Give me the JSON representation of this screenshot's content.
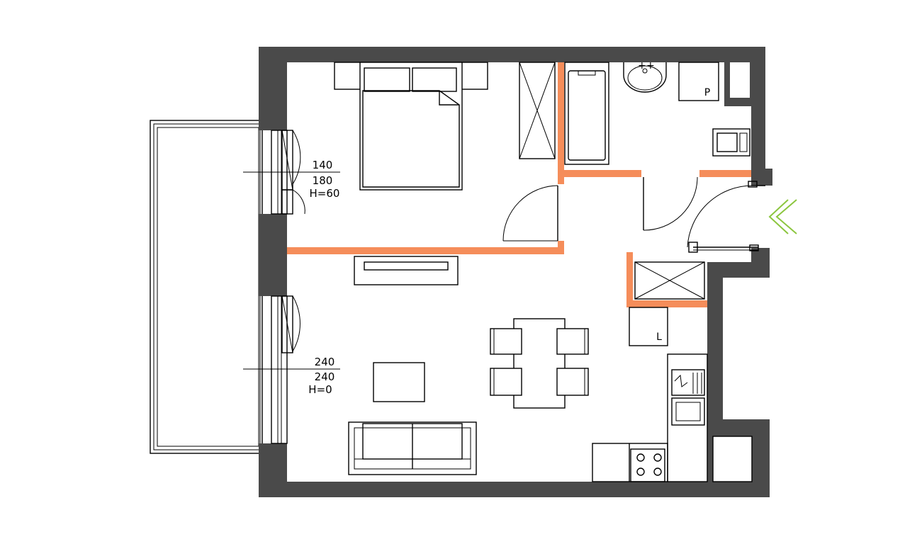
{
  "windows": [
    {
      "width": "140",
      "height": "180",
      "sill": "H=60"
    },
    {
      "width": "240",
      "height": "240",
      "sill": "H=0"
    }
  ],
  "appliance_labels": {
    "boiler": "P",
    "fridge": "L"
  },
  "colors": {
    "wall": "#4a4a4a",
    "partition": "#f58d5a",
    "entry_arrow": "#8cc63f",
    "line": "#000000"
  },
  "icons": {
    "entry": "double-chevron-left-icon"
  }
}
